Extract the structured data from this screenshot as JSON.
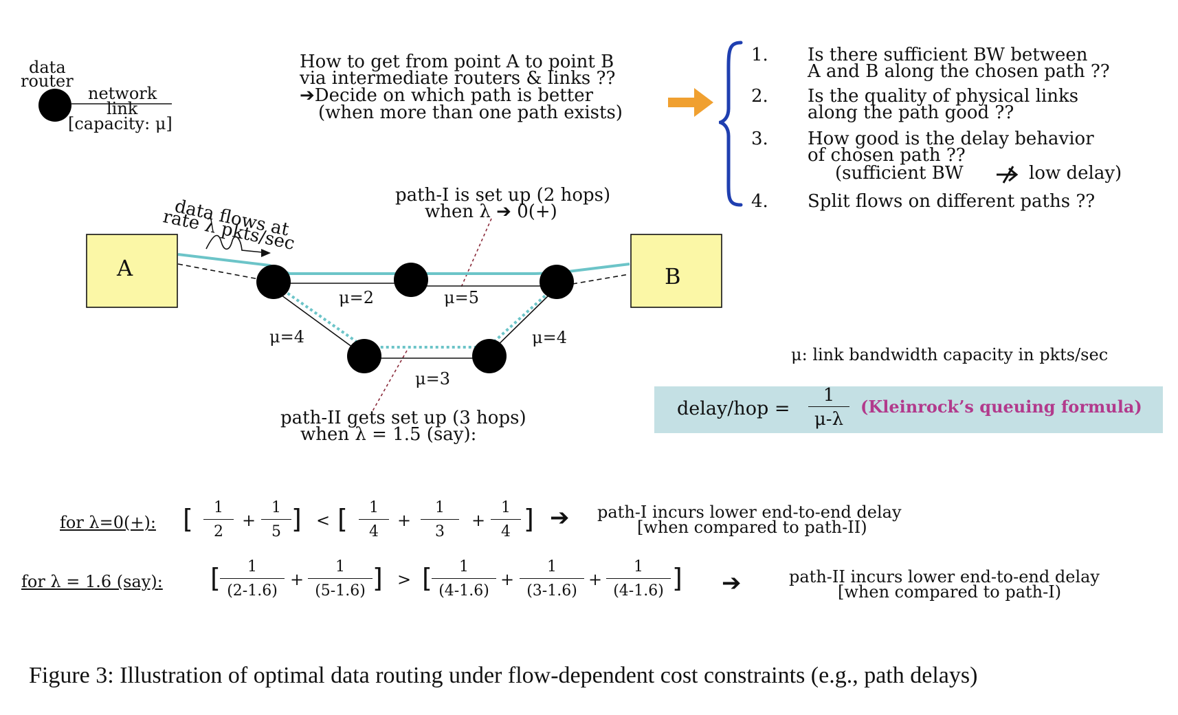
{
  "legend": {
    "router_label_1": "data",
    "router_label_2": "router",
    "link_label_1": "network",
    "link_label_2": "link",
    "capacity_label": "[capacity: μ]"
  },
  "question": {
    "line1": "How to get from point A to point B",
    "line2": "via intermediate routers & links  ??",
    "line3": "➔Decide on which path is better",
    "line4": "(when more than one path exists)"
  },
  "criteria": [
    {
      "num": "1.",
      "lines": [
        "Is there sufficient BW between",
        "A and B along the chosen path ??"
      ]
    },
    {
      "num": "2.",
      "lines": [
        "Is the quality of physical links",
        "along the path good ??"
      ]
    },
    {
      "num": "3.",
      "lines": [
        "How good is the delay behavior",
        "of chosen path ??",
        "(sufficient BW",
        "low delay)"
      ]
    },
    {
      "num": "4.",
      "lines": [
        "Split flows on different paths ??"
      ]
    }
  ],
  "network": {
    "node_a": "A",
    "node_b": "B",
    "flow_label_1": "data flows at",
    "flow_label_2": "rate λ pkts/sec",
    "path1_label_1": "path-I is set up (2 hops)",
    "path1_label_2": "when λ ➔ 0(+)",
    "path2_label_1": "path-II gets set up (3 hops)",
    "path2_label_2": "when λ = 1.5 (say):",
    "links": {
      "top_left": "μ=2",
      "top_right": "μ=5",
      "lower_left": "μ=4",
      "bottom": "μ=3",
      "lower_right": "μ=4"
    }
  },
  "mu_definition": "μ: link bandwidth capacity in pkts/sec",
  "formula": {
    "lhs": "delay/hop =",
    "numerator": "1",
    "denominator": "μ-λ",
    "name": "(Kleinrock’s queuing formula)"
  },
  "comparisons": [
    {
      "label": "for  λ=0(+):",
      "left": [
        {
          "n": "1",
          "d": "2"
        },
        {
          "n": "1",
          "d": "5"
        }
      ],
      "op": "<",
      "right": [
        {
          "n": "1",
          "d": "4"
        },
        {
          "n": "1",
          "d": "3"
        },
        {
          "n": "1",
          "d": "4"
        }
      ],
      "result_1": "path-I incurs lower end-to-end delay",
      "result_2": "[when compared to path-II)"
    },
    {
      "label": "for λ = 1.6 (say):",
      "left": [
        {
          "n": "1",
          "d": "(2-1.6)"
        },
        {
          "n": "1",
          "d": "(5-1.6)"
        }
      ],
      "op": ">",
      "right": [
        {
          "n": "1",
          "d": "(4-1.6)"
        },
        {
          "n": "1",
          "d": "(3-1.6)"
        },
        {
          "n": "1",
          "d": "(4-1.6)"
        }
      ],
      "result_1": "path-II incurs lower end-to-end delay",
      "result_2": "[when compared to path-I)"
    }
  ],
  "caption": "Figure 3: Illustration of optimal data routing under flow-dependent cost constraints (e.g., path delays)",
  "colors": {
    "path1": "#6cc4c8",
    "path2": "#6cc4c8",
    "node_fill": "#fbf7a6",
    "arrow": "#f0a030",
    "brace": "#1f3fb0",
    "formula_bg": "#c4e0e4",
    "formula_name": "#b23a8c",
    "dashed_pointer": "#8a2a3a"
  }
}
